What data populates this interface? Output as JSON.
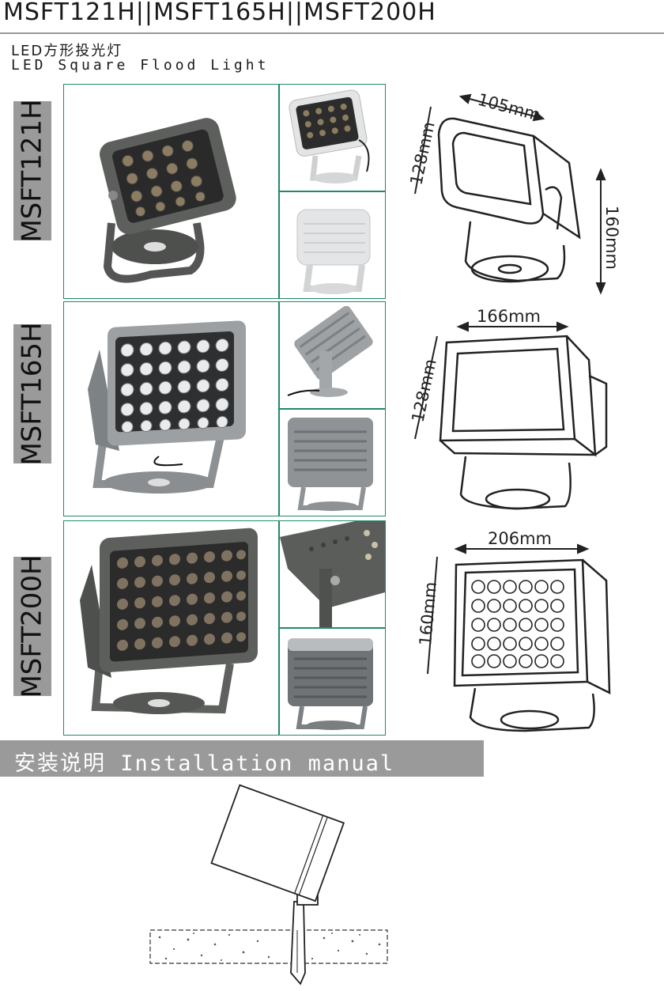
{
  "header": {
    "title": "MSFT121H||MSFT165H||MSFT200H",
    "subtitle_cn": "LED方形投光灯",
    "subtitle_en": "LED Square Flood Light"
  },
  "models": [
    {
      "name": "MSFT121H",
      "width": "105mm",
      "height": "128mm",
      "depth": "160mm",
      "led_grid": "4x4"
    },
    {
      "name": "MSFT165H",
      "width": "166mm",
      "height": "128mm",
      "led_grid": "6x5"
    },
    {
      "name": "MSFT200H",
      "width": "206mm",
      "height": "160mm",
      "led_grid": "8x5"
    }
  ],
  "installation": {
    "label": "安装说明 Installation manual"
  },
  "colors": {
    "frame": "#1f8a6a",
    "label_bg": "#9a9a9a",
    "housing_dark": "#5d5f5d",
    "housing_light": "#d9dadb"
  }
}
